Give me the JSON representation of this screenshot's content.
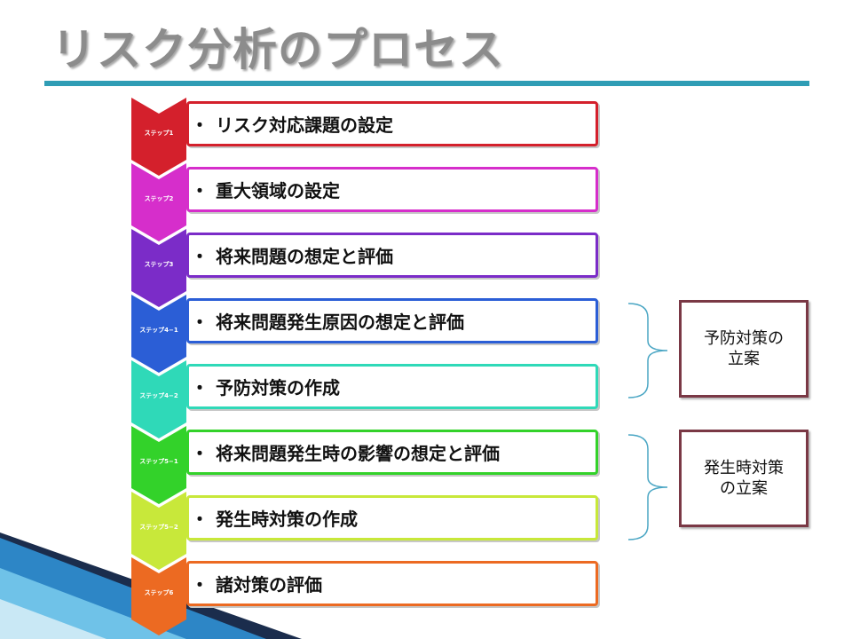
{
  "title": "リスク分析のプロセス",
  "steps": [
    {
      "label": "ステップ1",
      "text": "リスク対応課題の設定",
      "color": "#d4202c"
    },
    {
      "label": "ステップ2",
      "text": "重大領域の設定",
      "color": "#d62ecb"
    },
    {
      "label": "ステップ3",
      "text": "将来問題の想定と評価",
      "color": "#7b2cc8"
    },
    {
      "label": "ステップ4−1",
      "text": "将来問題発生原因の想定と評価",
      "color": "#2b5ed6"
    },
    {
      "label": "ステップ4−2",
      "text": "予防対策の作成",
      "color": "#2fd9b8"
    },
    {
      "label": "ステップ5−1",
      "text": "将来問題発生時の影響の想定と評価",
      "color": "#33d22a"
    },
    {
      "label": "ステップ5−2",
      "text": "発生時対策の作成",
      "color": "#c8e83a"
    },
    {
      "label": "ステップ6",
      "text": "諸対策の評価",
      "color": "#ec6a22"
    }
  ],
  "bullet": "・",
  "summaries": [
    {
      "text": "予防対策の\n立案"
    },
    {
      "text": "発生時対策\nの立案"
    }
  ],
  "colors": {
    "title_rule": "#2f9db5",
    "summary_border": "#7a3845",
    "bracket": "#4aa6c4"
  }
}
